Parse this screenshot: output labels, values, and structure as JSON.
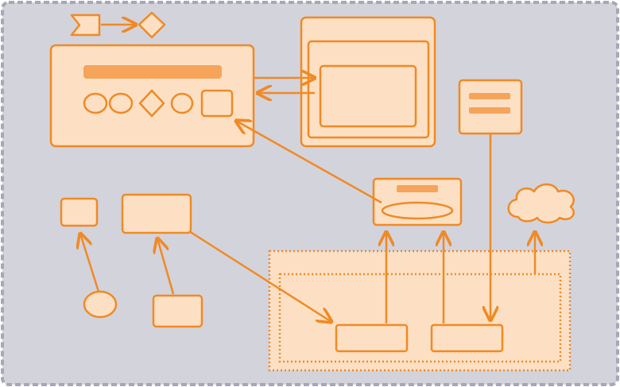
{
  "diagram": {
    "nodes": [
      {
        "id": "flag",
        "shape": "flag-icon"
      },
      {
        "id": "diamond-top",
        "shape": "diamond"
      },
      {
        "id": "main-panel",
        "shape": "rounded-rect",
        "contains": [
          "bar",
          "circle",
          "circle",
          "diamond",
          "circle",
          "square"
        ]
      },
      {
        "id": "window",
        "shape": "nested-rect"
      },
      {
        "id": "list-box",
        "shape": "rect-with-lines"
      },
      {
        "id": "reader-box",
        "shape": "rect-with-ellipse"
      },
      {
        "id": "cloud",
        "shape": "cloud-icon"
      },
      {
        "id": "small-box",
        "shape": "rect"
      },
      {
        "id": "medium-box",
        "shape": "rect"
      },
      {
        "id": "circle-node",
        "shape": "circle"
      },
      {
        "id": "bottom-box",
        "shape": "rect"
      },
      {
        "id": "group-box-left",
        "shape": "rect"
      },
      {
        "id": "group-box-right",
        "shape": "rect"
      }
    ],
    "edges": [
      {
        "from": "flag",
        "to": "diamond-top"
      },
      {
        "from": "main-panel",
        "to": "window"
      },
      {
        "from": "window",
        "to": "main-panel"
      },
      {
        "from": "reader-box",
        "to": "main-panel"
      },
      {
        "from": "list-box",
        "to": "group-box-right"
      },
      {
        "from": "circle-node",
        "to": "small-box"
      },
      {
        "from": "bottom-box",
        "to": "medium-box"
      },
      {
        "from": "medium-box",
        "to": "group-box-left"
      },
      {
        "from": "group-box-left",
        "to": "reader-box"
      },
      {
        "from": "group-box-right",
        "to": "reader-box"
      },
      {
        "from": "group",
        "to": "cloud"
      }
    ],
    "colors": {
      "background": "#d3d3dc",
      "frame_border": "#a6a8b6",
      "stroke": "#f08a24",
      "fill": "#fde0c4",
      "bar_fill": "#f5a45a"
    }
  }
}
